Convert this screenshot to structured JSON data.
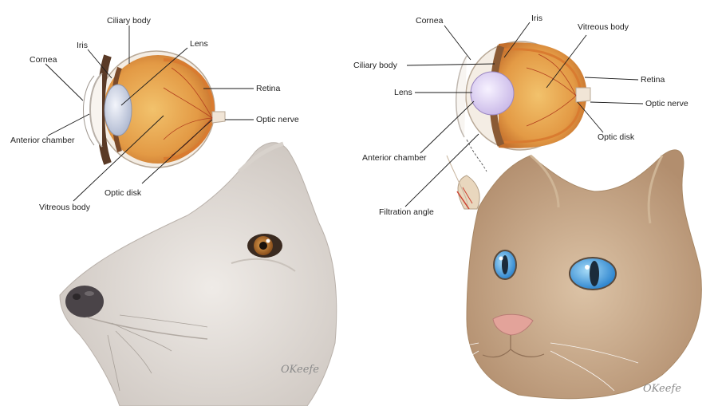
{
  "dog_eye": {
    "labels": {
      "ciliary_body": "Ciliary body",
      "iris": "Iris",
      "lens": "Lens",
      "cornea": "Cornea",
      "retina": "Retina",
      "optic_nerve": "Optic nerve",
      "anterior_chamber": "Anterior chamber",
      "optic_disk": "Optic disk",
      "vitreous_body": "Vitreous body"
    }
  },
  "cat_eye": {
    "labels": {
      "cornea": "Cornea",
      "iris": "Iris",
      "vitreous_body": "Vitreous body",
      "ciliary_body": "Ciliary body",
      "retina": "Retina",
      "lens": "Lens",
      "optic_nerve": "Optic nerve",
      "optic_disk": "Optic disk",
      "anterior_chamber": "Anterior chamber",
      "filtration_angle": "Filtration angle"
    }
  },
  "signatures": {
    "dog": "OKeefe",
    "cat": "OKeefe"
  },
  "colors": {
    "label_text": "#222222",
    "leader_line": "#1a1a1a",
    "vitreous": "#e6a24a",
    "lens": "#ccd3e6",
    "cat_lens": "#dcd0f0",
    "dog_fur": "#e6e1dc",
    "dog_iris": "#b5702a",
    "cat_fur": "#c9ab8c",
    "cat_iris": "#4aa3e0",
    "nose_dog": "#4a4448",
    "nose_cat": "#e3a39a"
  }
}
